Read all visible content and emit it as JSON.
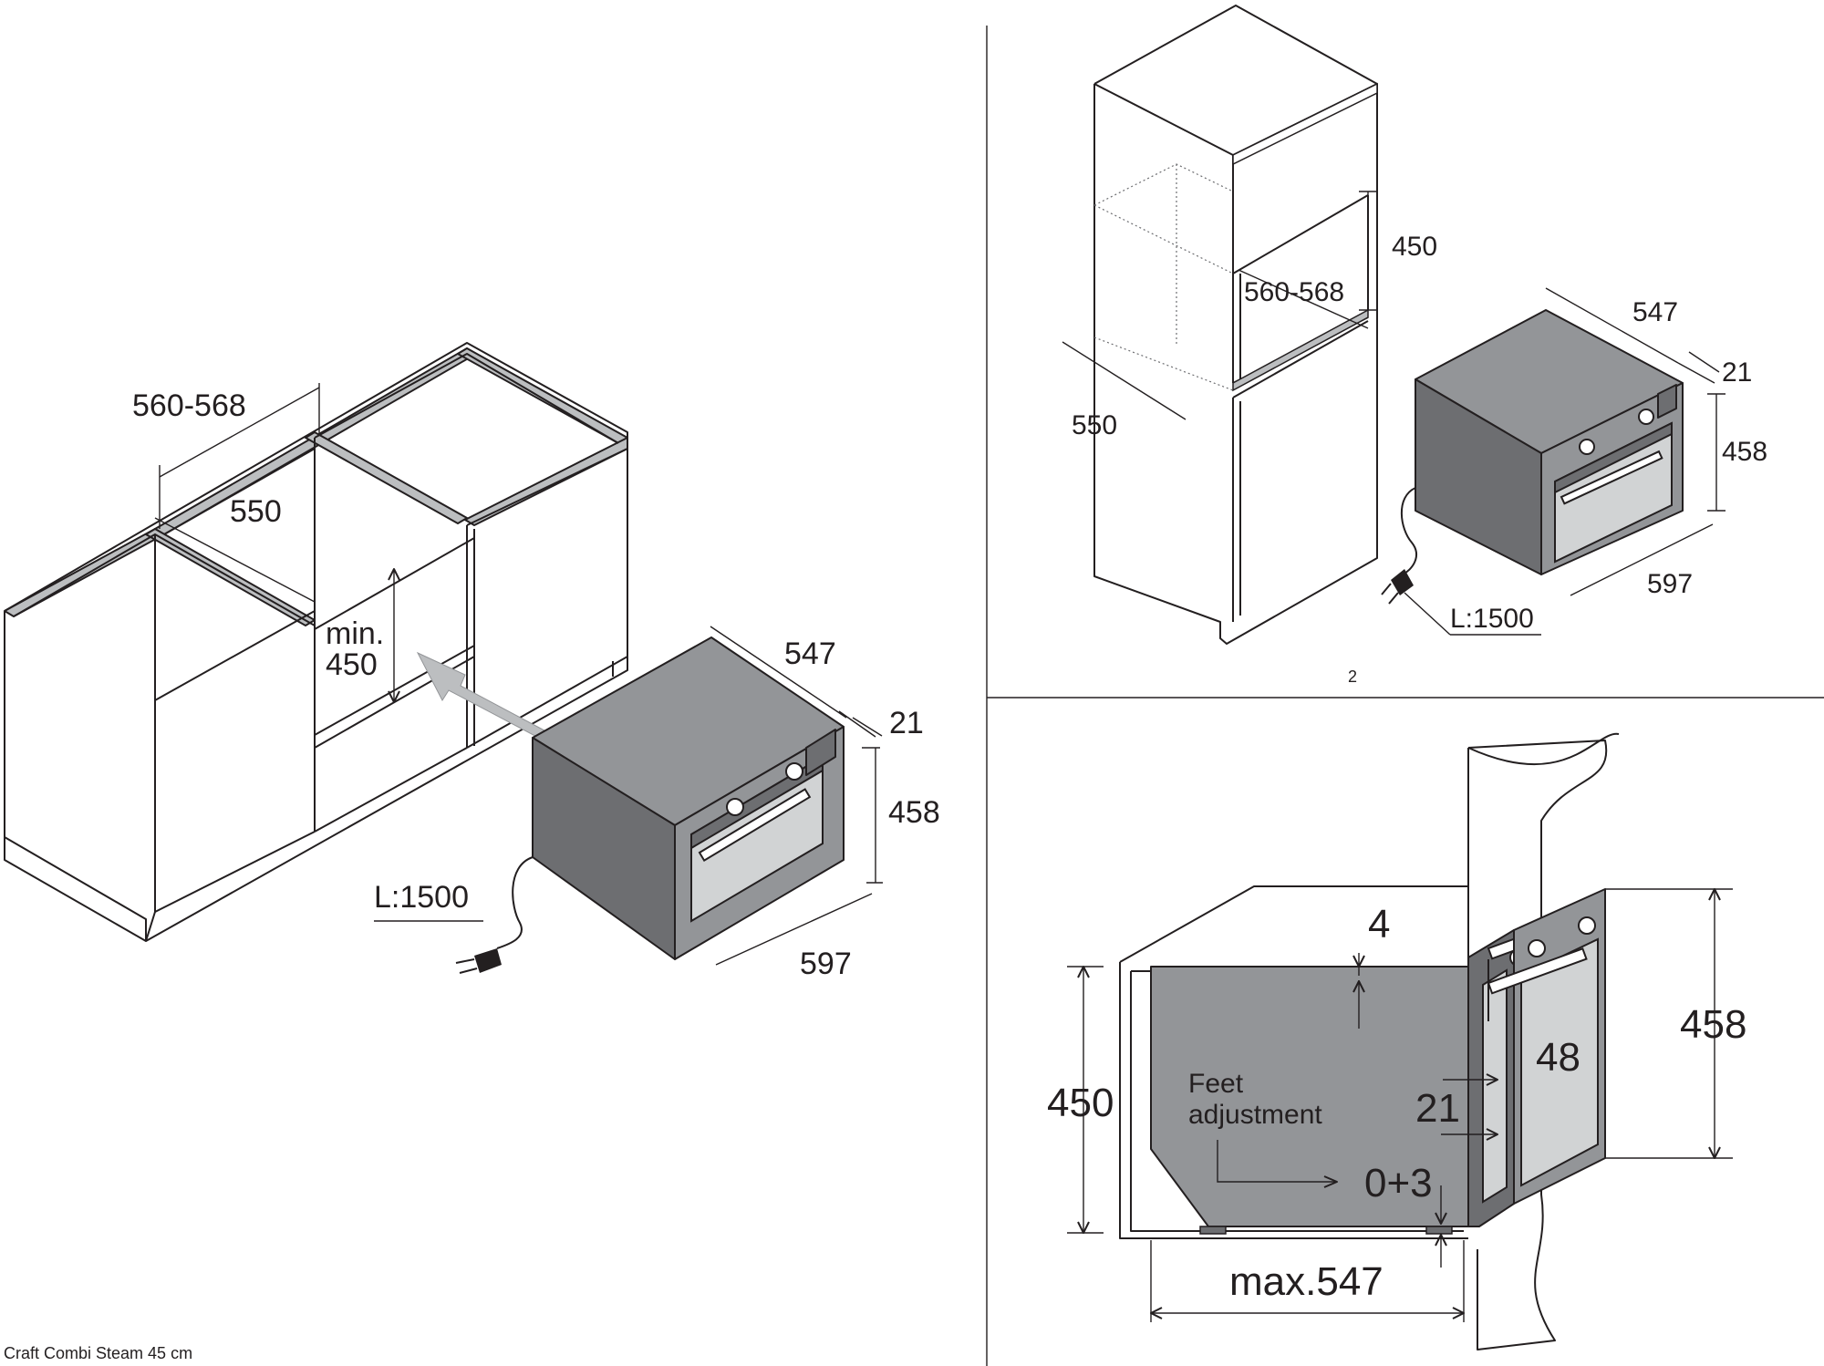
{
  "caption": "Craft Combi Steam 45 cm",
  "panel_number": "2",
  "left_view": {
    "niche_width": "560-568",
    "niche_depth": "550",
    "niche_height_line1": "min.",
    "niche_height_line2": "450",
    "oven_depth": "547",
    "frame_thickness": "21",
    "oven_height": "458",
    "oven_width": "597",
    "cable_length": "L:1500"
  },
  "top_right_view": {
    "niche_height": "450",
    "niche_width": "560-568",
    "niche_depth": "550",
    "oven_depth": "547",
    "frame_thickness": "21",
    "oven_height": "458",
    "oven_width": "597",
    "cable_length": "L:1500"
  },
  "bottom_right_view": {
    "top_gap": "4",
    "niche_height": "450",
    "feet_label_line1": "Feet",
    "feet_label_line2": "adjustment",
    "feet_range": "0+3",
    "frame_thickness": "21",
    "handle_projection": "48",
    "oven_height": "458",
    "max_depth": "max.547"
  }
}
